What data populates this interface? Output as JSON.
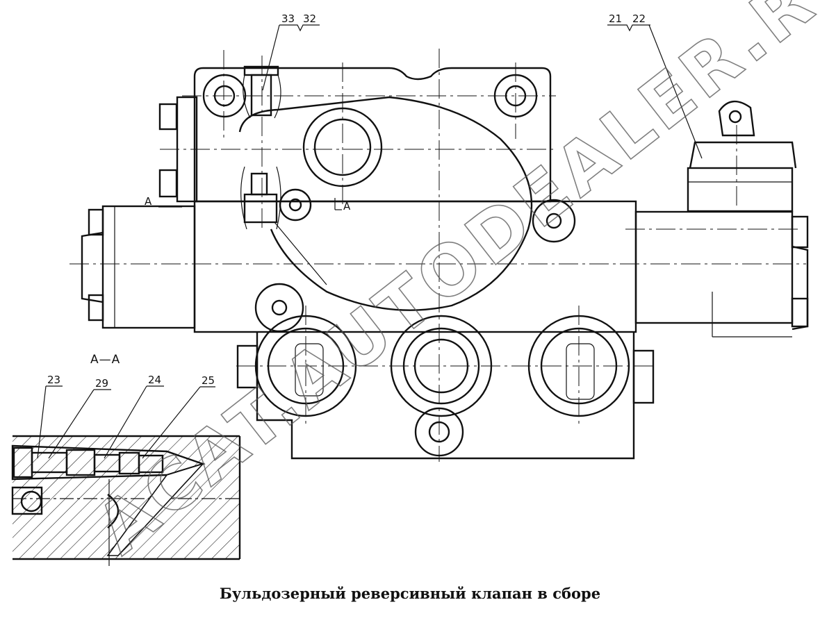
{
  "caption": "Бульдозерный реверсивный клапан в сборе",
  "section_title": "А—А",
  "section_marks": [
    "А",
    "А"
  ],
  "callouts": {
    "top_left": [
      "33",
      "32"
    ],
    "top_right": [
      "21",
      "22"
    ],
    "section": [
      "23",
      "29",
      "24",
      "25"
    ]
  },
  "watermark": "ACAT.AUTODEALER.RU"
}
